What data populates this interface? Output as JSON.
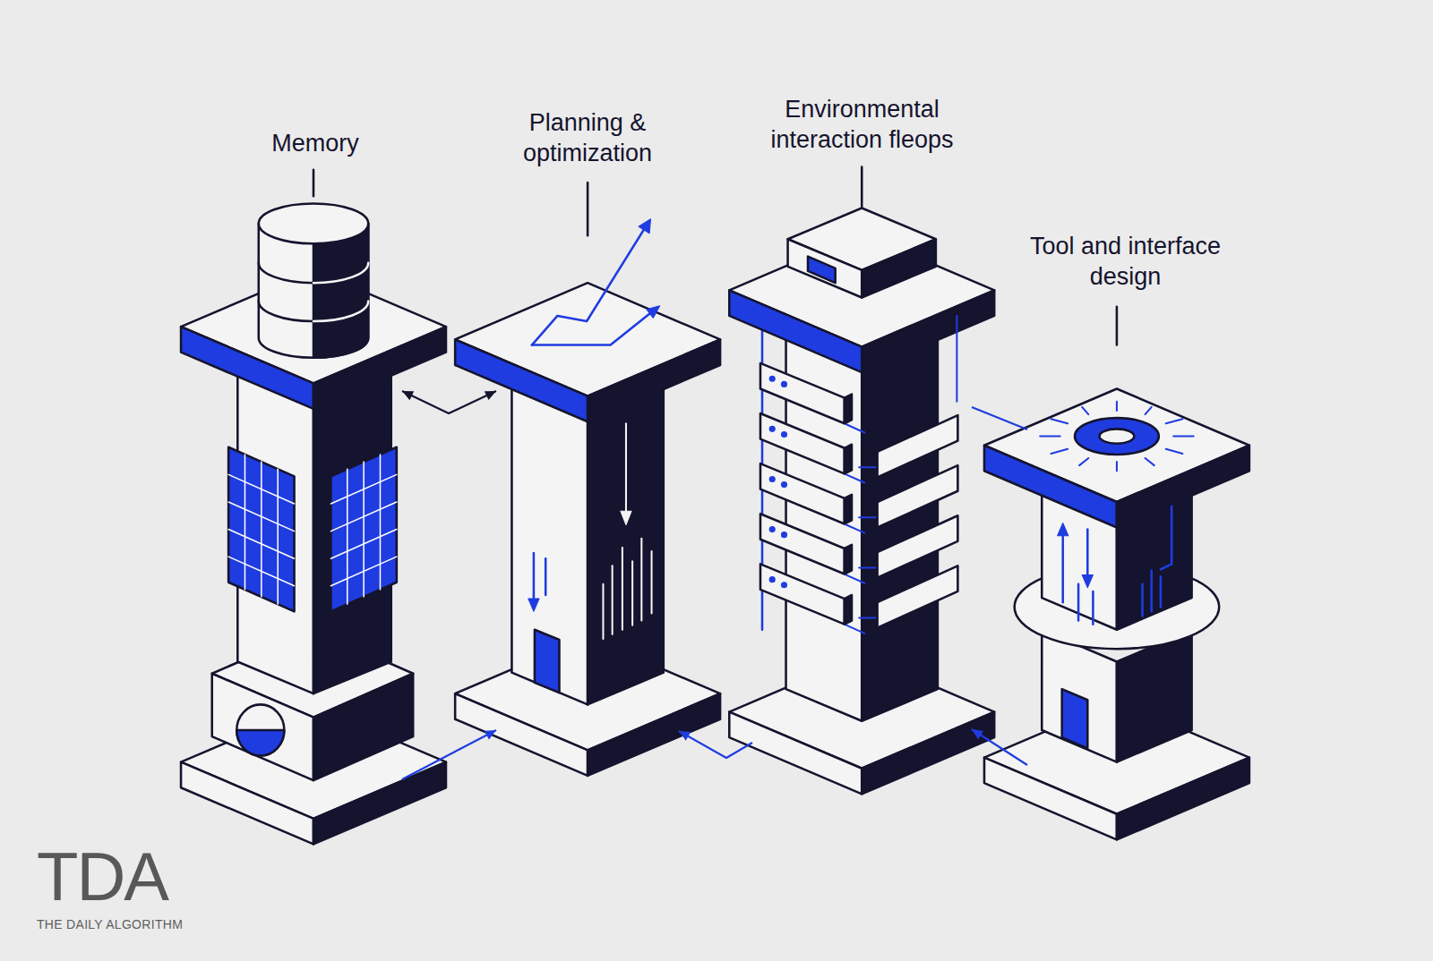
{
  "diagram": {
    "nodes": [
      {
        "text": [
          "Memory"
        ]
      },
      {
        "text": [
          "Planning & optimization"
        ]
      },
      {
        "text": [
          "Environmental interaction fleops"
        ]
      },
      {
        "text": [
          "Tool and interface design"
        ]
      }
    ],
    "edges": [
      {
        "from": 0,
        "to": 1,
        "arrow": "both"
      },
      {
        "from": 0,
        "to": 1,
        "arrow": "to"
      },
      {
        "from": 2,
        "to": 1,
        "arrow": "to"
      },
      {
        "from": 3,
        "to": 2,
        "arrow": "to"
      },
      {
        "from": 2,
        "to": 3,
        "arrow": "none"
      }
    ],
    "labels": [
      "TDA",
      "THE DAILY ALGORITHM"
    ]
  }
}
